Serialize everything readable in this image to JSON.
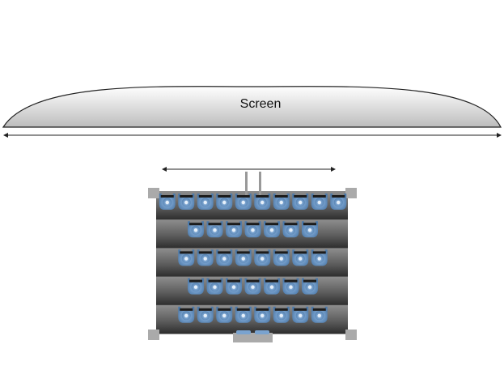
{
  "screen": {
    "label": "Screen"
  },
  "seating": {
    "rows": [
      10,
      7,
      8,
      7,
      8
    ]
  },
  "colors": {
    "seat": "#7aa3cf",
    "seat_dark": "#1b1b1b",
    "stage_dark": "#3a3a3a",
    "stage_light": "#8a8a8a",
    "fixture": "#a9a9a9"
  }
}
